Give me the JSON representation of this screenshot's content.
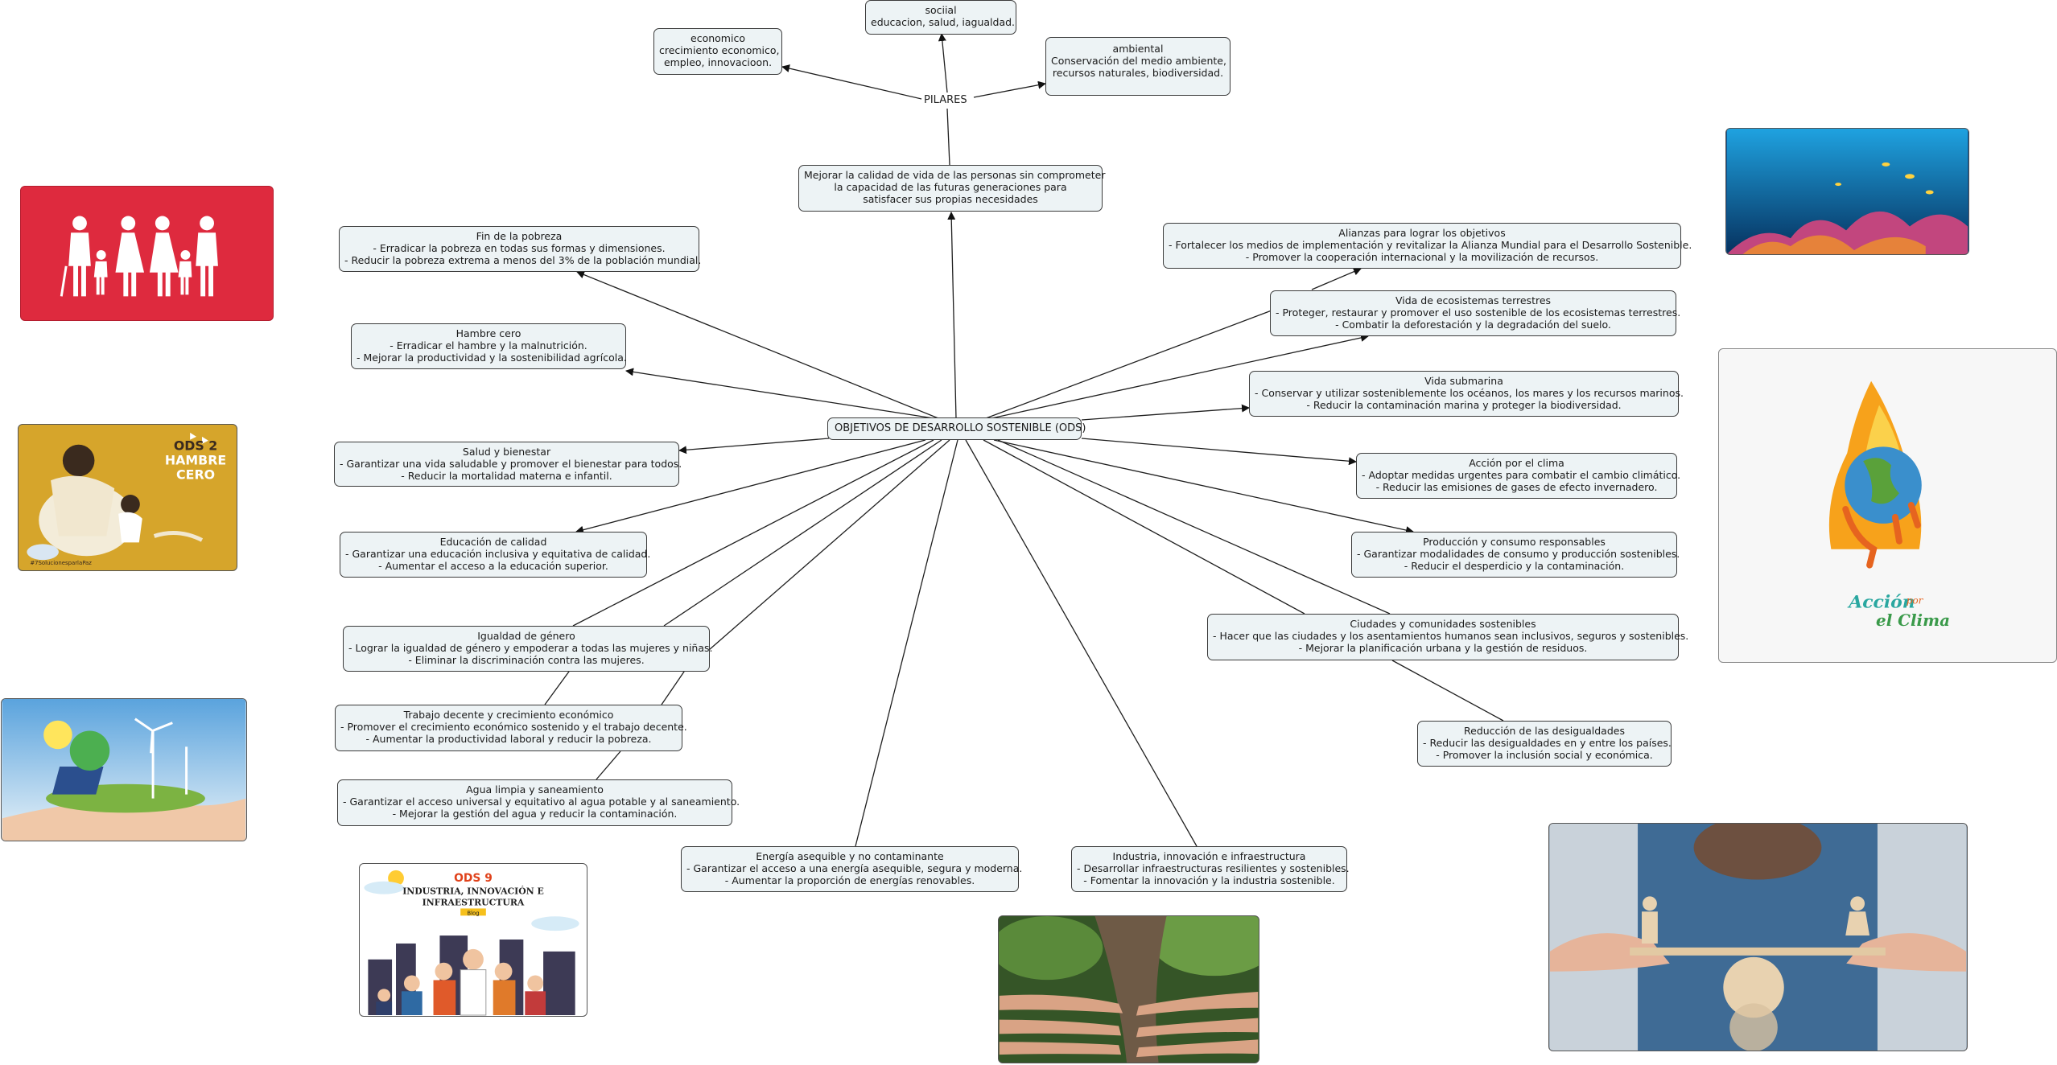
{
  "map": {
    "center": "OBJETIVOS DE DESARROLLO SOSTENIBLE (ODS)",
    "definition": [
      "Mejorar la calidad de vida de las personas sin comprometer",
      "la capacidad de las futuras generaciones para",
      "satisfacer sus propias necesidades"
    ],
    "pillars_label": "PILARES",
    "pillars": {
      "social": [
        "sociial",
        "educacion, salud, iagualdad."
      ],
      "economico": [
        "economico",
        "crecimiento economico,",
        "empleo, innovacioon."
      ],
      "ambiental": [
        "ambiental",
        "Conservación del medio ambiente,",
        "recursos naturales, biodiversidad."
      ]
    },
    "goals": {
      "fin_pobreza": [
        "Fin de la pobreza",
        "- Erradicar la pobreza en todas sus formas y dimensiones.",
        "- Reducir la pobreza extrema a menos del 3% de la población mundial."
      ],
      "hambre_cero": [
        "Hambre cero",
        "- Erradicar el hambre y la malnutrición.",
        "- Mejorar la productividad y la sostenibilidad agrícola."
      ],
      "salud": [
        "Salud y bienestar",
        "- Garantizar una vida saludable y promover el bienestar para todos.",
        "- Reducir la mortalidad materna e infantil."
      ],
      "educacion": [
        "Educación de calidad",
        "- Garantizar una educación inclusiva y equitativa de calidad.",
        "- Aumentar el acceso a la educación superior."
      ],
      "igualdad_genero": [
        "Igualdad de género",
        "- Lograr la igualdad de género y empoderar a todas las mujeres y niñas.",
        "- Eliminar la discriminación contra las mujeres."
      ],
      "trabajo": [
        "Trabajo decente y crecimiento económico",
        "- Promover el crecimiento económico sostenido y el trabajo decente.",
        "- Aumentar la productividad laboral y reducir la pobreza."
      ],
      "agua": [
        "Agua limpia y saneamiento",
        "- Garantizar el acceso universal y equitativo al agua potable y al saneamiento.",
        "- Mejorar la gestión del agua y reducir la contaminación."
      ],
      "energia": [
        "Energía asequible y no contaminante",
        "- Garantizar el acceso a una energía asequible, segura y moderna.",
        "- Aumentar la proporción de energías renovables."
      ],
      "industria": [
        "Industria, innovación e infraestructura",
        "- Desarrollar infraestructuras resilientes y sostenibles.",
        "- Fomentar la innovación y la industria sostenible."
      ],
      "alianzas": [
        "Alianzas para lograr los objetivos",
        "- Fortalecer los medios de implementación y revitalizar la Alianza Mundial para el Desarrollo Sostenible.",
        "- Promover la cooperación internacional y la movilización de recursos."
      ],
      "ecosistemas": [
        "Vida de ecosistemas terrestres",
        "- Proteger, restaurar y promover el uso sostenible de los ecosistemas terrestres.",
        "- Combatir la deforestación y la degradación del suelo."
      ],
      "submarina": [
        "Vida submarina",
        "- Conservar y utilizar sosteniblemente los océanos, los mares y los recursos marinos.",
        "- Reducir la contaminación marina y proteger la biodiversidad."
      ],
      "clima": [
        "Acción por el clima",
        "- Adoptar medidas urgentes para combatir el cambio climático.",
        "- Reducir las emisiones de gases de efecto invernadero."
      ],
      "produccion": [
        "Producción y consumo responsables",
        "- Garantizar modalidades de consumo y producción sostenibles.",
        "- Reducir el desperdicio y la contaminación."
      ],
      "ciudades": [
        "Ciudades y comunidades sostenibles",
        "- Hacer que las ciudades y los asentamientos humanos sean inclusivos, seguros y sostenibles.",
        "- Mejorar la planificación urbana y la gestión de residuos."
      ],
      "desigualdades": [
        "Reducción de las desigualdades",
        "- Reducir las desigualdades en y entre los países.",
        "- Promover la inclusión social y económica."
      ]
    }
  },
  "images": {
    "ods2": {
      "title1": "ODS 2",
      "title2": "HAMBRE",
      "title3": "CERO",
      "hashtag": "#7SolucionesparlaPaz"
    },
    "ods9": {
      "title1": "ODS 9",
      "title2": "INDUSTRIA, INNOVACIÓN E",
      "title3": "INFRAESTRUCTURA",
      "tag": "Blog"
    },
    "clima": {
      "line1": "Acción",
      "line2": "por",
      "line3": "el Clima"
    }
  },
  "colors": {
    "node_fill": "#edf3f5",
    "node_border": "#3b3b3b",
    "sdg1_red": "#e5243b",
    "ods2_gold": "#d6a52b",
    "line": "#1f1f1f"
  }
}
